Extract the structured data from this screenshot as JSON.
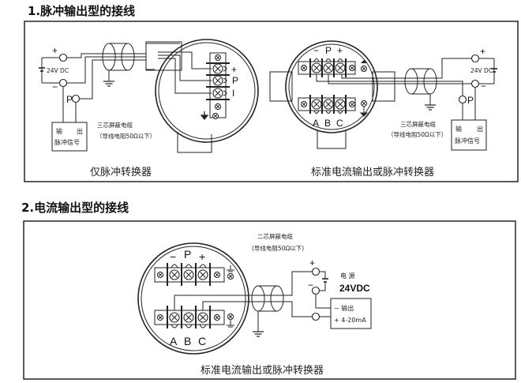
{
  "section1": {
    "title": "1.脉冲输出型的接线",
    "left": {
      "caption": "仅脉冲转换器",
      "power_label": "24V DC",
      "plus": "+",
      "minus": "−",
      "p_label": "P",
      "terminal_labels": [
        "+",
        "P",
        "I"
      ],
      "cable_line1": "三芯屏蔽电缆",
      "cable_line2": "（导线电阻50Ω以下）",
      "device_line1a": "输",
      "device_line1b": "出",
      "device_line2": "脉冲信号"
    },
    "right": {
      "caption": "标准电流输出或脉冲转换器",
      "power_label": "24V DC",
      "plus": "+",
      "minus": "−",
      "p_label": "P",
      "top_terminal_labels": [
        "−",
        "P",
        "+"
      ],
      "bottom_terminal_labels": [
        "A",
        "B",
        "C"
      ],
      "cable_line1": "三芯屏蔽电缆",
      "cable_line2": "（导线电阻50Ω以下）",
      "device_line1a": "输",
      "device_line1b": "出",
      "device_line2": "脉冲信号"
    }
  },
  "section2": {
    "title": "2.电流输出型的接线",
    "caption": "标准电流输出或脉冲转换器",
    "top_terminal_labels": [
      "−",
      "P",
      "+"
    ],
    "bottom_terminal_labels": [
      "A",
      "B",
      "C"
    ],
    "cable_line1": "二芯屏蔽电缆",
    "cable_line2": "(导线电阻50Ω以下)",
    "power_title": "电 源",
    "power_value": "24VDC",
    "plus": "+",
    "minus": "−",
    "output_line1": "−  输出",
    "output_line2": "+ 4-20mA"
  }
}
